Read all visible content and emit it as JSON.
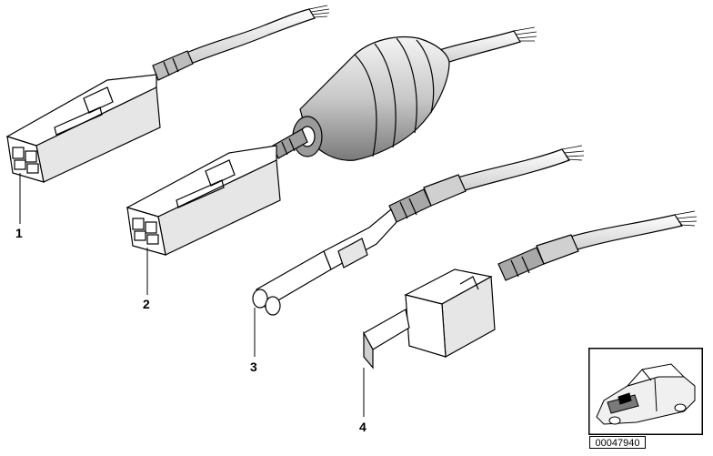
{
  "callouts": {
    "c1": "1",
    "c2": "2",
    "c3": "3",
    "c4": "4"
  },
  "reference_id": "00047940",
  "icons": [
    "connector-housing-icon",
    "sealed-connector-icon",
    "pin-terminal-icon",
    "socket-terminal-icon",
    "vehicle-thumbnail-icon"
  ],
  "colors": {
    "line": "#000000",
    "background": "#ffffff",
    "shade": "#d9d9d9",
    "dark": "#6a6a6a"
  }
}
